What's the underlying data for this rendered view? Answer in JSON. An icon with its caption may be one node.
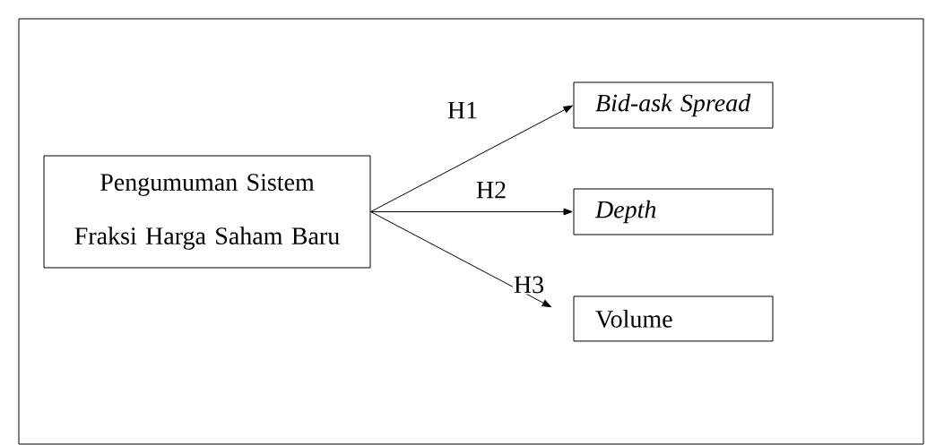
{
  "diagram": {
    "nodes": [
      {
        "text": [
          "Pengumuman Sistem Fraksi Harga Saham Baru"
        ]
      },
      {
        "text": [
          "Bid-ask Spread"
        ]
      },
      {
        "text": [
          "Depth"
        ]
      },
      {
        "text": [
          "Volume"
        ]
      }
    ],
    "edges": [
      {
        "from": 0,
        "to": 1,
        "arrow": "to",
        "label": "H1"
      },
      {
        "from": 0,
        "to": 2,
        "arrow": "to",
        "label": "H2"
      },
      {
        "from": 0,
        "to": 3,
        "arrow": "to",
        "label": "H3"
      }
    ]
  }
}
